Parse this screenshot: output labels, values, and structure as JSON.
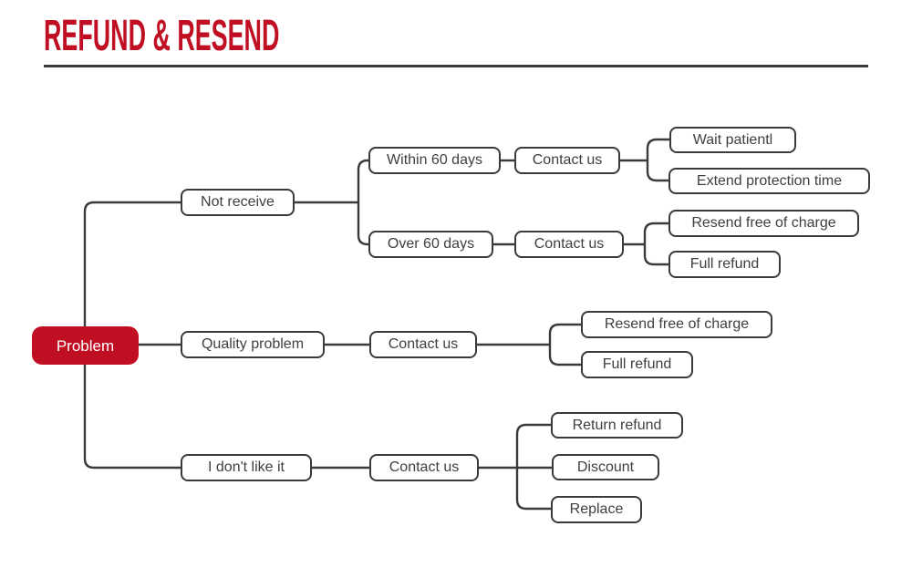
{
  "header": {
    "title": "REFUND & RESEND"
  },
  "colors": {
    "accent": "#c00e23",
    "line": "#3a3a3a"
  },
  "diagram": {
    "root": {
      "label": "Problem"
    },
    "branches": [
      {
        "label": "Not receive",
        "children": [
          {
            "label": "Within 60 days",
            "action": "Contact us",
            "outcomes": [
              "Wait patientl",
              "Extend protection time"
            ]
          },
          {
            "label": "Over 60 days",
            "action": "Contact us",
            "outcomes": [
              "Resend free of charge",
              "Full refund"
            ]
          }
        ]
      },
      {
        "label": "Quality problem",
        "action": "Contact us",
        "outcomes": [
          "Resend free of charge",
          "Full refund"
        ]
      },
      {
        "label": "I don't like it",
        "action": "Contact us",
        "outcomes": [
          "Return refund",
          "Discount",
          "Replace"
        ]
      }
    ]
  }
}
